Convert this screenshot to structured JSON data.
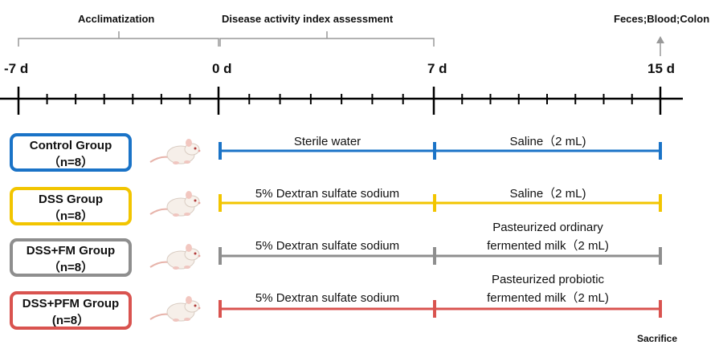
{
  "phases": {
    "acclimatization": "Acclimatization",
    "assessment": "Disease activity index assessment",
    "samples": "Feces;Blood;Colon"
  },
  "timeline": {
    "labels": [
      "-7 d",
      "0 d",
      "7 d",
      "15 d"
    ]
  },
  "groups": [
    {
      "name": "Control Group",
      "n": "（n=8）",
      "color": "#1a73c7",
      "segment1": "Sterile water",
      "segment2": "Saline（2 mL)"
    },
    {
      "name": "DSS Group",
      "n": "（n=8）",
      "color": "#f2c500",
      "segment1": "5% Dextran sulfate sodium",
      "segment2": "Saline（2 mL)"
    },
    {
      "name": "DSS+FM Group",
      "n": "（n=8）",
      "color": "#8e8e8e",
      "segment1": "5% Dextran sulfate sodium",
      "segment2_line1": "Pasteurized ordinary",
      "segment2_line2": "fermented milk（2 mL)"
    },
    {
      "name": "DSS+PFM Group",
      "n": "(n=8）",
      "color": "#d9534f",
      "segment1": "5% Dextran sulfate sodium",
      "segment2_line1": "Pasteurized probiotic",
      "segment2_line2": "fermented milk（2 mL)"
    }
  ],
  "endpoint_label": "Sacrifice",
  "icons": {
    "mouse": "mouse-icon",
    "arrow": "arrow-up-icon"
  }
}
